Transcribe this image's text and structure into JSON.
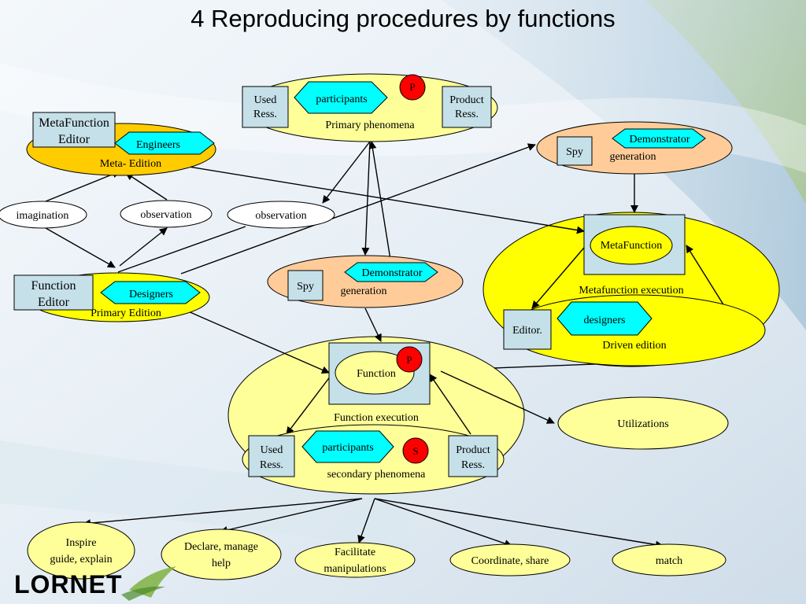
{
  "title": "4 Reproducing procedures by functions",
  "logo": "LORNET",
  "colors": {
    "yellow": "#ffff99",
    "bright_yellow": "#ffff00",
    "orange": "#ffcc00",
    "peach": "#ffcc99",
    "cyan": "#00ffff",
    "box": "#c5e0e8",
    "red": "#ff0000"
  },
  "primary_phenomena": {
    "label": "Primary phenomena",
    "participants": "participants",
    "badge": "P",
    "used_line1": "Used",
    "used_line2": "Ress.",
    "product_line1": "Product",
    "product_line2": "Ress."
  },
  "meta_edition": {
    "label": "Meta- Edition",
    "editor_line1": "MetaFunction",
    "editor_line2": "Editor",
    "engineers": "Engineers"
  },
  "top_generation": {
    "spy": "Spy",
    "demonstrator": "Demonstrator",
    "label": "generation"
  },
  "imagination": "imagination",
  "observation_left": "observation",
  "observation_mid": "observation",
  "metafunction_block": {
    "metafunction": "MetaFunction",
    "execution": "Metafunction execution",
    "editor": "Editor.",
    "designers": "designers",
    "driven": "Driven edition"
  },
  "primary_edition": {
    "editor_line1": "Function",
    "editor_line2": "Editor",
    "designers": "Designers",
    "label": "Primary Edition"
  },
  "mid_generation": {
    "spy": "Spy",
    "demonstrator": "Demonstrator",
    "label": "generation"
  },
  "function_block": {
    "function": "Function",
    "badge": "P",
    "execution": "Function execution",
    "used_line1": "Used",
    "used_line2": "Ress.",
    "participants": "participants",
    "badge_s": "S",
    "product_line1": "Product",
    "product_line2": "Ress.",
    "secondary": "secondary phenomena"
  },
  "utilizations": "Utilizations",
  "outputs": {
    "inspire_line1": "Inspire",
    "inspire_line2": "guide, explain",
    "declare_line1": "Declare, manage",
    "declare_line2": "help",
    "facilitate_line1": "Facilitate",
    "facilitate_line2": "manipulations",
    "coordinate": "Coordinate, share",
    "match": "match"
  }
}
